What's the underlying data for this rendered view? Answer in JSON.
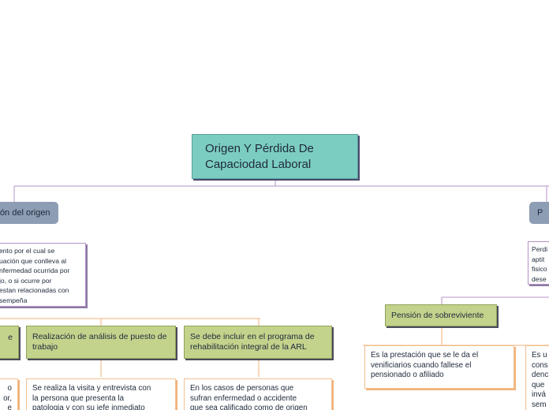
{
  "root": {
    "title_line1": "Origen Y Pérdida De",
    "title_line2": "Capaciodad Laboral"
  },
  "left_topic": {
    "label": "ción del origen"
  },
  "left_note": {
    "lines": [
      "ento por el cual se",
      "uación que conlleva al",
      "nfermedad ocurrida por",
      "jo, o si ocurre por",
      "estan relacionadas con",
      "sempeña"
    ]
  },
  "left_green_partial": {
    "label": "e"
  },
  "left_orange_partial": {
    "lines": [
      "o",
      "or,",
      "e"
    ]
  },
  "green_analysis": {
    "label": "Realización de análisis de puesto de trabajo"
  },
  "orange_analysis": {
    "lines": [
      "Se realiza la visita y entrevista con",
      "la persona que presenta la",
      "patologia y con su jefe inmediato"
    ]
  },
  "green_rehab": {
    "label": "Se debe incluir en el programa de rehabilitación integral de la ARL"
  },
  "orange_rehab": {
    "lines": [
      "En los casos de personas que",
      "sufran enfermedad o accidente",
      "que sea calificado como de origen"
    ]
  },
  "right_topic": {
    "label": "P"
  },
  "right_note": {
    "lines": [
      "Perdi",
      "aptit",
      "fisico",
      "dese"
    ]
  },
  "green_pension": {
    "label": "Pensión de sobreviviente"
  },
  "orange_pension": {
    "lines": [
      "Es la prestación que se le da el",
      "venificiarios cuando fallese el",
      "pensionado o afiliado"
    ]
  },
  "right_orange_partial": {
    "lines": [
      "Es u",
      "cons",
      "denc",
      "que",
      "invá",
      "sem"
    ]
  }
}
